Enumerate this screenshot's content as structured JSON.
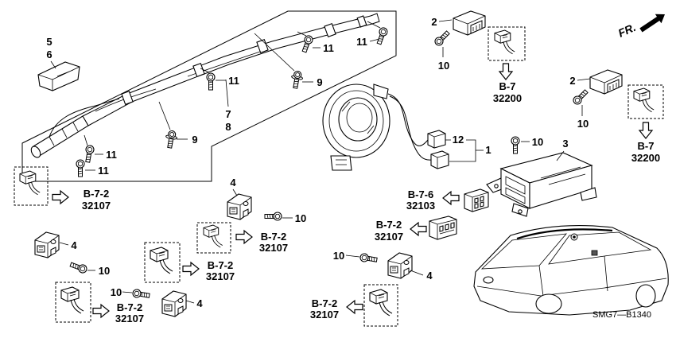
{
  "diagram": {
    "code": "SMG7—B1340",
    "direction": "FR."
  },
  "icons": {
    "direction": "arrow-up-right-icon",
    "reference": "hollow-arrow-icon"
  },
  "callouts": [
    {
      "label": "5"
    },
    {
      "label": "6"
    },
    {
      "label": "11"
    },
    {
      "label": "11"
    },
    {
      "label": "9"
    },
    {
      "label": "11"
    },
    {
      "label": "7"
    },
    {
      "label": "8"
    },
    {
      "label": "9"
    },
    {
      "label": "11"
    },
    {
      "label": "11"
    },
    {
      "label": "2"
    },
    {
      "label": "10"
    },
    {
      "label": "2"
    },
    {
      "label": "10"
    },
    {
      "label": "12"
    },
    {
      "label": "1"
    },
    {
      "label": "10"
    },
    {
      "label": "3"
    },
    {
      "label": "4"
    },
    {
      "label": "10"
    },
    {
      "label": "4"
    },
    {
      "label": "10"
    },
    {
      "label": "10"
    },
    {
      "label": "4"
    },
    {
      "label": "10"
    },
    {
      "label": "4"
    }
  ],
  "references": [
    {
      "page": "B-7-2",
      "part": "32107"
    },
    {
      "page": "B-7",
      "part": "32200"
    },
    {
      "page": "B-7",
      "part": "32200"
    },
    {
      "page": "B-7-6",
      "part": "32103"
    },
    {
      "page": "B-7-2",
      "part": "32107"
    },
    {
      "page": "B-7-2",
      "part": "32107"
    },
    {
      "page": "B-7-2",
      "part": "32107"
    },
    {
      "page": "B-7-2",
      "part": "32107"
    },
    {
      "page": "B-7-2",
      "part": "32107"
    }
  ]
}
